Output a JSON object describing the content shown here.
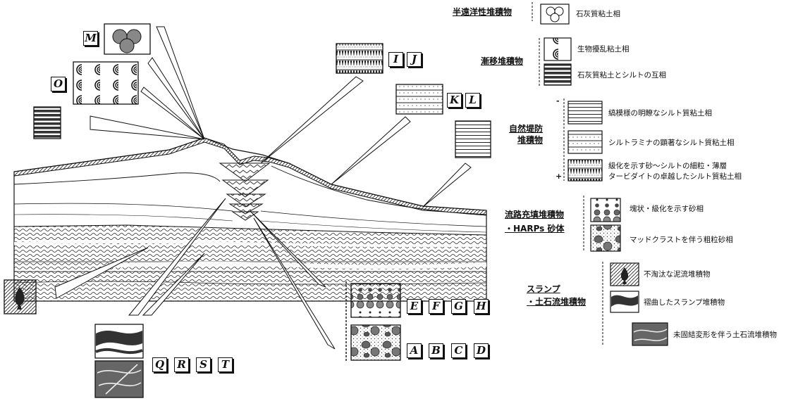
{
  "figure_letters": {
    "M": "M",
    "O": "O",
    "I": "I",
    "J": "J",
    "K": "K",
    "L": "L",
    "E": "E",
    "F": "F",
    "G": "G",
    "H": "H",
    "A": "A",
    "B": "B",
    "C": "C",
    "D": "D",
    "Q": "Q",
    "R": "R",
    "S": "S",
    "T": "T"
  },
  "legend": {
    "hemipelagic": {
      "heading": "半遠洋性堆積物",
      "items": [
        {
          "label": "石灰質粘土相"
        }
      ]
    },
    "transitional": {
      "heading": "漸移堆積物",
      "items": [
        {
          "label": "生物擾乱粘土相"
        },
        {
          "label": "石灰質粘土とシルトの互相"
        }
      ]
    },
    "levee": {
      "heading_line1": "自然堤防",
      "heading_line2": "堆積物",
      "sign_top": "-",
      "sign_bottom": "+",
      "items": [
        {
          "label": "縞模様の明瞭なシルト質粘土相"
        },
        {
          "label": "シルトラミナの顕著なシルト質粘土相"
        },
        {
          "label_line1": "級化を示す砂～シルトの細粒・薄層",
          "label_line2": "タービダイトの卓越したシルト質粘土相"
        }
      ]
    },
    "channel_fill": {
      "heading_line1": "流路充填堆積物",
      "heading_line2": "・HARPs 砂体",
      "items": [
        {
          "label": "塊状・級化を示す砂相"
        },
        {
          "label": "マッドクラストを伴う粗粒砂相"
        }
      ]
    },
    "slump": {
      "heading_line1": "スランプ",
      "heading_line2": "・土石流堆積物",
      "items": [
        {
          "label": "不淘汰な泥流堆積物"
        },
        {
          "label": "褶曲したスランプ堆積物"
        },
        {
          "label": "未固結変形を伴う土石流堆積物"
        }
      ]
    }
  }
}
